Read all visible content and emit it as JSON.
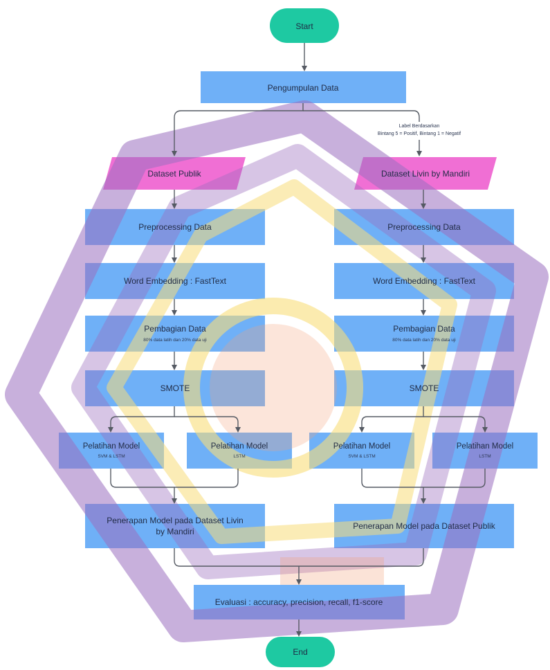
{
  "colors": {
    "terminal": "#1ec9a2",
    "process": "#6fb0f7",
    "process_dark": "#5b7fe0",
    "data": "#f06fd4",
    "line": "#555a63",
    "watermark_purple": "#9b6fbf",
    "watermark_yellow": "#f8dd7a",
    "watermark_orange": "#f3a37a"
  },
  "start": {
    "label": "Start"
  },
  "end": {
    "label": "End"
  },
  "collect": {
    "label": "Pengumpulan Data"
  },
  "label_note": {
    "line1": "Label Berdasarkan",
    "line2": "Bintang 5 = Positif, Bintang 1 = Negatif"
  },
  "left": {
    "dataset": "Dataset Publik",
    "preprocess": "Preprocessing Data",
    "embedding": "Word Embedding : FastText",
    "split_title": "Pembagian Data",
    "split_sub": "80% data latih dan 20% data uji",
    "smote": "SMOTE",
    "train_a_title": "Pelatihan Model",
    "train_a_sub": "SVM & LSTM",
    "train_b_title": "Pelatihan Model",
    "train_b_sub": "LSTM",
    "apply": [
      "Penerapan Model pada Dataset Livin",
      "by Mandiri"
    ]
  },
  "right": {
    "dataset": "Dataset Livin by Mandiri",
    "preprocess": "Preprocessing Data",
    "embedding": "Word Embedding : FastText",
    "split_title": "Pembagian Data",
    "split_sub": "80% data latih dan 20% data uji",
    "smote": "SMOTE",
    "train_a_title": "Pelatihan Model",
    "train_a_sub": "SVM & LSTM",
    "train_b_title": "Pelatihan Model",
    "train_b_sub": "LSTM",
    "apply": "Penerapan Model pada Dataset Publik"
  },
  "evaluate": {
    "label": "Evaluasi : accuracy, precision, recall, f1-score"
  }
}
